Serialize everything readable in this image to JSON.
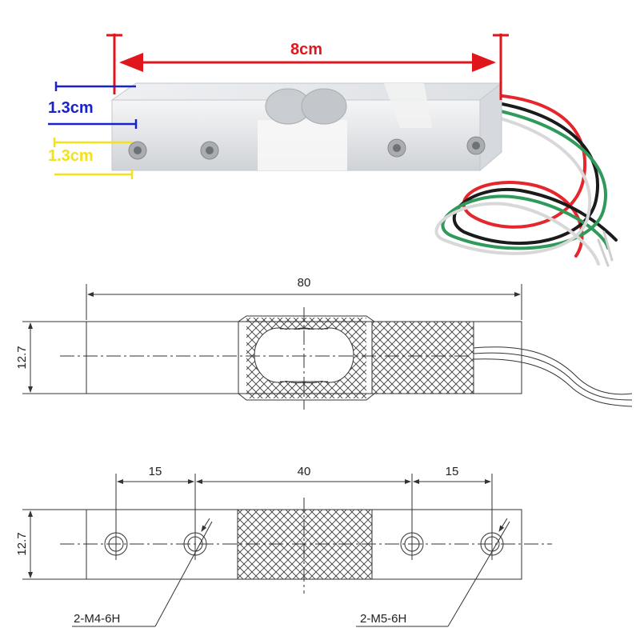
{
  "photo": {
    "length_label": "8cm",
    "height_label": "1.3cm",
    "width_label": "1.3cm",
    "colors": {
      "length": "#e0161c",
      "height": "#1a22c8",
      "width": "#f2e21a",
      "wire_red": "#e5262c",
      "wire_black": "#1b1b1b",
      "wire_green": "#2f9a5a",
      "wire_white": "#f4f4f4"
    }
  },
  "side_view": {
    "length": "80",
    "height": "12.7"
  },
  "top_view": {
    "height": "12.7",
    "left_pitch": "15",
    "middle_pitch": "40",
    "right_pitch": "15",
    "left_thread": "2-M4-6H",
    "right_thread": "2-M5-6H"
  }
}
